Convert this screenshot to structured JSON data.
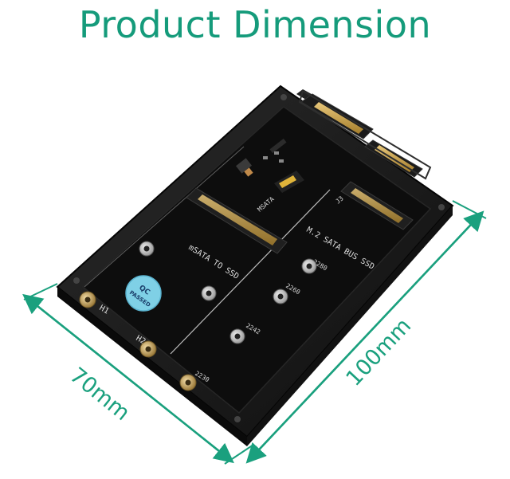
{
  "title": "Product Dimension",
  "dimensions": {
    "width_label": "70mm",
    "length_label": "100mm"
  },
  "board": {
    "msata_label": "mSATA TO SSD",
    "m2_label": "M.2 SATA BUS SSD",
    "qc_badge": "QC",
    "qc_badge_sub": "PASSED",
    "labels": {
      "h1": "H1",
      "h2": "H2",
      "j3": "J3",
      "msata_slot": "MSATA",
      "m2_2280": "2280",
      "m2_2260": "2260",
      "m2_2242": "2242",
      "m2_2230": "2230"
    }
  },
  "colors": {
    "accent": "#1aa07e",
    "frame": "#1a1a1a",
    "pcb": "#0d0d0d",
    "silk": "#d8d8d8",
    "gold": "#c9a24a"
  }
}
